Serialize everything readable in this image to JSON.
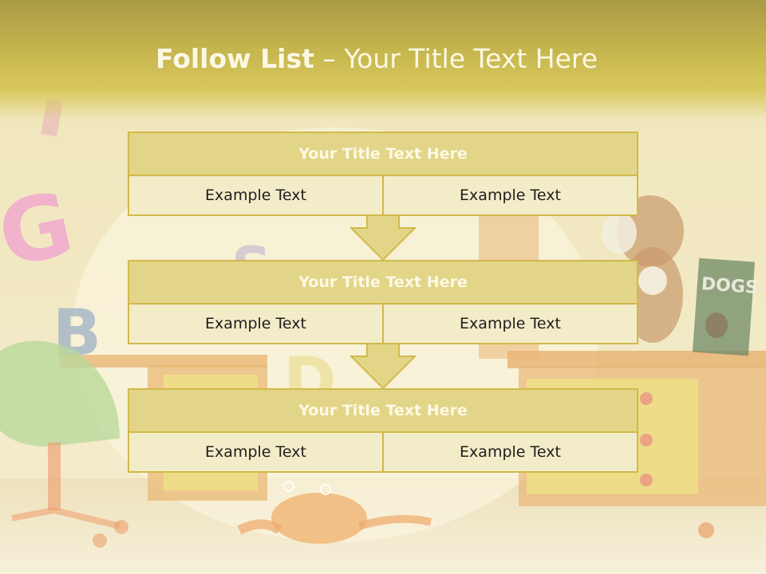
{
  "slide": {
    "title_bold": "Follow List",
    "title_rest": " – Your Title Text Here"
  },
  "blocks": [
    {
      "heading": "Your Title Text Here",
      "left_text": "Example Text",
      "right_text": "Example Text"
    },
    {
      "heading": "Your Title Text Here",
      "left_text": "Example Text",
      "right_text": "Example Text"
    },
    {
      "heading": "Your Title Text Here",
      "left_text": "Example Text",
      "right_text": "Example Text"
    }
  ],
  "background": {
    "letters": [
      "G",
      "B",
      "S",
      "D"
    ],
    "book_label": "DOGS"
  },
  "colors": {
    "header": "#c4b44d",
    "block_heading_fill": "#e3d588",
    "block_border": "#d1b94a",
    "cell_fill": "#f3ecc8",
    "arrow_fill": "#e3d588"
  }
}
